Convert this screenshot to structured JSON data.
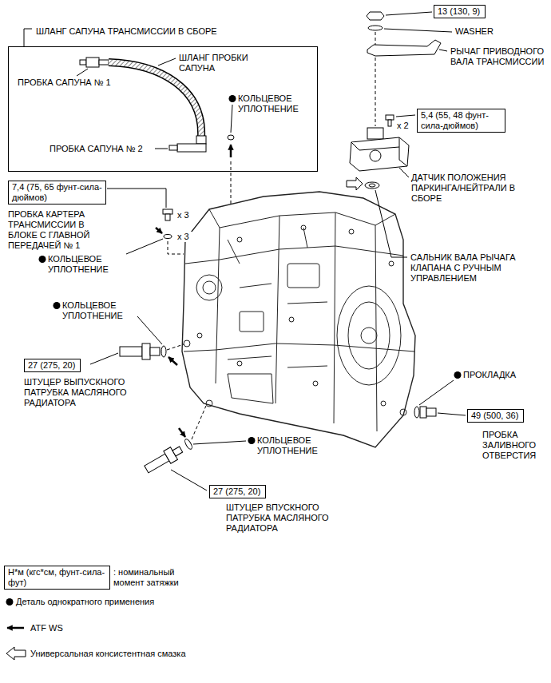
{
  "diagram": {
    "nodes": [
      {
        "text": [
          "ШЛАНГ САПУНА ТРАНСМИССИИ В СБОРЕ"
        ]
      },
      {
        "text": [
          "13 (130, 9)"
        ]
      },
      {
        "text": [
          "5,4 (55, 48 фунт-сила-дюймов)"
        ]
      },
      {
        "text": [
          "7,4 (75, 65 фунт-сила-дюймов)"
        ]
      },
      {
        "text": [
          "27 (275, 20)"
        ]
      },
      {
        "text": [
          "49 (500, 36)"
        ]
      },
      {
        "text": [
          "27 (275, 20)"
        ]
      },
      {
        "text": [
          "Н*м (кгс*см, фунт-сила-фут)"
        ]
      }
    ],
    "labels": [
      "ПРОБКА САПУНА № 1",
      "ШЛАНГ ПРОБКИ САПУНА",
      "КОЛЬЦЕВОЕ УПЛОТНЕНИЕ",
      "ПРОБКА САПУНА № 2",
      "WASHER",
      "РЫЧАГ ПРИВОДНОГО ВАЛА ТРАНСМИССИИ",
      "x 2",
      "ДАТЧИК ПОЛОЖЕНИЯ ПАРКИНГА/НЕЙТРАЛИ В СБОРЕ",
      "САЛЬНИК ВАЛА РЫЧАГА КЛАПАНА С РУЧНЫМ УПРАВЛЕНИЕМ",
      "x 3",
      "x 3",
      "ПРОБКА КАРТЕРА ТРАНСМИССИИ В БЛОКЕ С ГЛАВНОЙ ПЕРЕДАЧЕЙ № 1",
      "КОЛЬЦЕВОЕ УПЛОТНЕНИЕ",
      "КОЛЬЦЕВОЕ УПЛОТНЕНИЕ",
      "ШТУЦЕР ВЫПУСКНОГО ПАТРУБКА МАСЛЯНОГО РАДИАТОРА",
      "ПРОКЛАДКА",
      "ПРОБКА ЗАЛИВНОГО ОТВЕРСТИЯ",
      "КОЛЬЦЕВОЕ УПЛОТНЕНИЕ",
      "ШТУЦЕР ВПУСКНОГО ПАТРУБКА МАСЛЯНОГО РАДИАТОРА"
    ],
    "legend": [
      {
        "text": ": номинальный момент затяжки"
      },
      {
        "text": "Деталь однократного применения"
      },
      {
        "text": "ATF WS"
      },
      {
        "text": "Универсальная консистентная смазка"
      }
    ]
  }
}
